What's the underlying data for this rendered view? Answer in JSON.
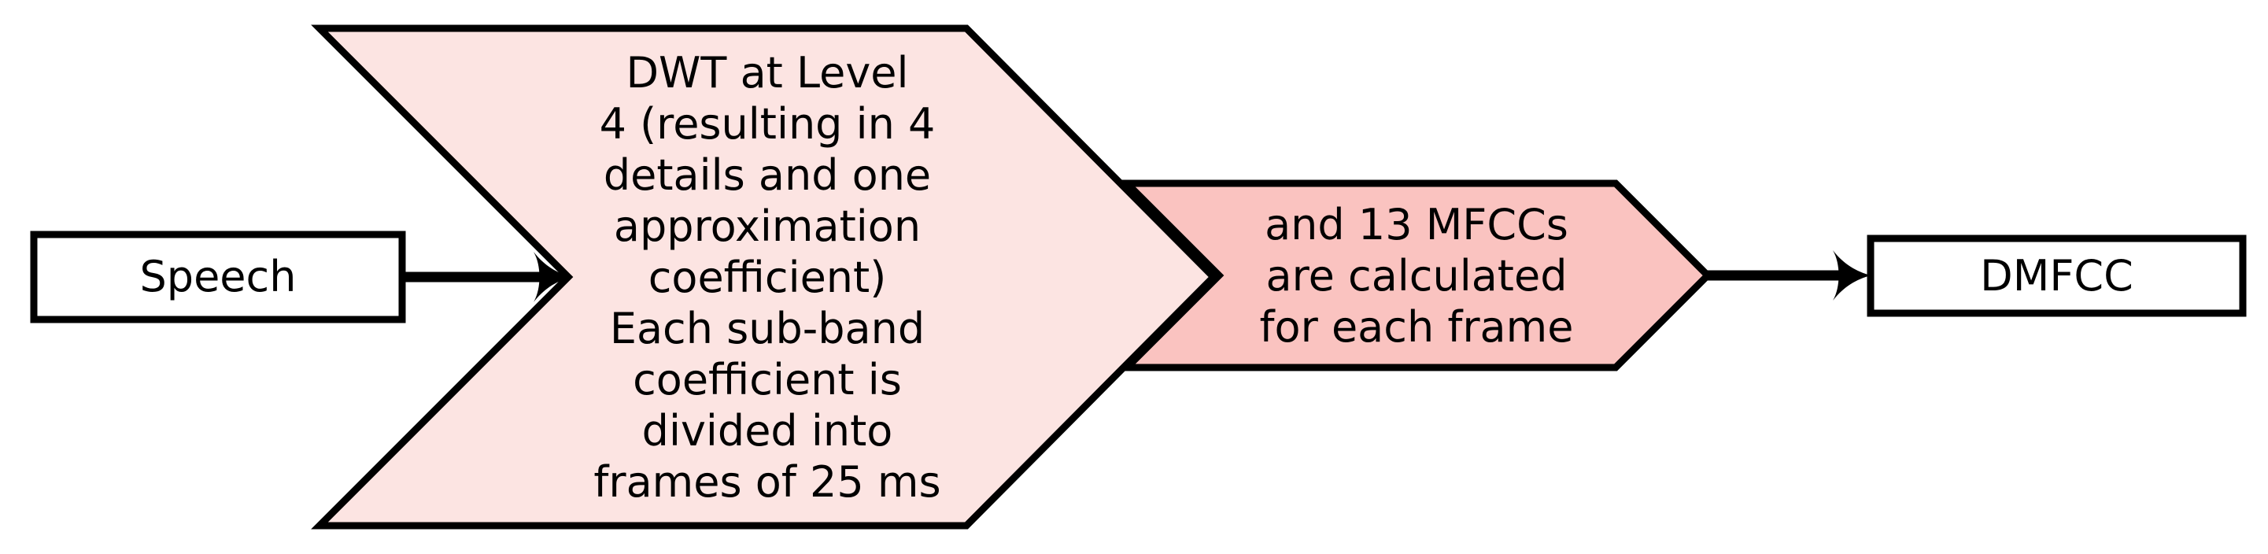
{
  "diagram": {
    "title": "DMFCC feature extraction flow",
    "nodes": {
      "speech": {
        "label": "Speech"
      },
      "dwt_stage": {
        "text": "DWT at Level\n4 (resulting in 4\ndetails and one\napproximation\ncoefficient)\nEach sub-band\ncoefficient is\ndivided into\nframes of 25 ms"
      },
      "mfcc_stage": {
        "text": "and 13 MFCCs\nare calculated\nfor each frame"
      },
      "dmfcc": {
        "label": "DMFCC"
      }
    },
    "colors": {
      "background": "#ffffff",
      "box_fill": "#ffffff",
      "light_arrow_fill": "#fce4e2",
      "dark_arrow_fill": "#fac3c0",
      "stroke": "#000000"
    }
  }
}
